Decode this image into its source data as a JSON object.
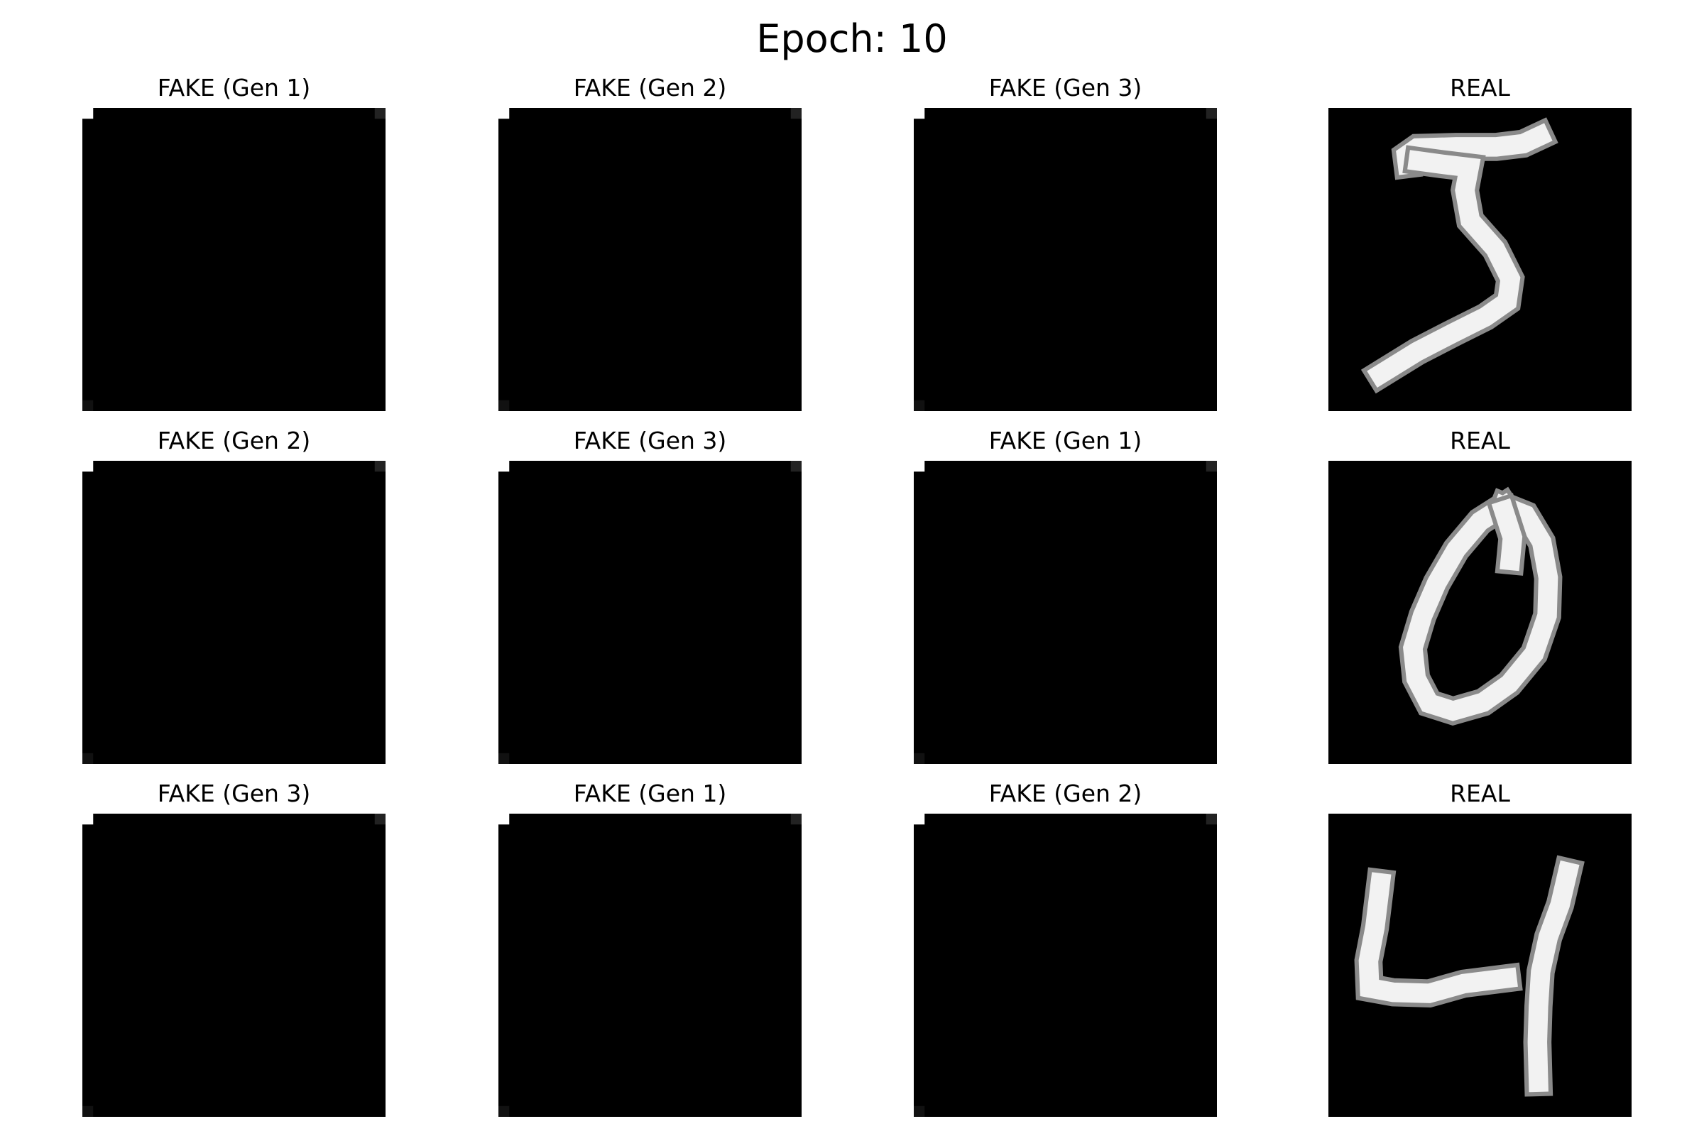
{
  "figure": {
    "suptitle": "Epoch: 10",
    "colors": {
      "background": "#ffffff",
      "image_background": "#000000",
      "stroke": "#f2f2f2"
    }
  },
  "panels": [
    {
      "title": "FAKE (Gen 1)",
      "kind": "fake"
    },
    {
      "title": "FAKE (Gen 2)",
      "kind": "fake"
    },
    {
      "title": "FAKE (Gen 3)",
      "kind": "fake"
    },
    {
      "title": "REAL",
      "kind": "real",
      "digit": "5"
    },
    {
      "title": "FAKE (Gen 2)",
      "kind": "fake"
    },
    {
      "title": "FAKE (Gen 3)",
      "kind": "fake"
    },
    {
      "title": "FAKE (Gen 1)",
      "kind": "fake"
    },
    {
      "title": "REAL",
      "kind": "real",
      "digit": "0"
    },
    {
      "title": "FAKE (Gen 3)",
      "kind": "fake"
    },
    {
      "title": "FAKE (Gen 1)",
      "kind": "fake"
    },
    {
      "title": "FAKE (Gen 2)",
      "kind": "fake"
    },
    {
      "title": "REAL",
      "kind": "real",
      "digit": "4"
    }
  ]
}
